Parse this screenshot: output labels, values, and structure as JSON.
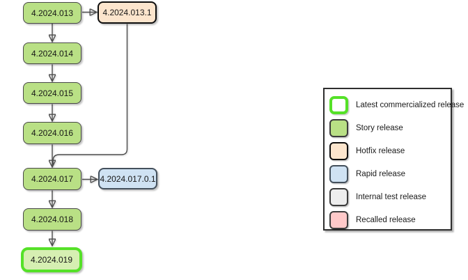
{
  "diagram": {
    "nodes": [
      {
        "id": "4.2024.013",
        "label": "4.2024.013",
        "type": "story"
      },
      {
        "id": "4.2024.013.1",
        "label": "4.2024.013.1",
        "type": "hotfix"
      },
      {
        "id": "4.2024.014",
        "label": "4.2024.014",
        "type": "story"
      },
      {
        "id": "4.2024.015",
        "label": "4.2024.015",
        "type": "story"
      },
      {
        "id": "4.2024.016",
        "label": "4.2024.016",
        "type": "story"
      },
      {
        "id": "4.2024.017",
        "label": "4.2024.017",
        "type": "story"
      },
      {
        "id": "4.2024.017.0.1",
        "label": "4.2024.017.0.1",
        "type": "rapid"
      },
      {
        "id": "4.2024.018",
        "label": "4.2024.018",
        "type": "story"
      },
      {
        "id": "4.2024.019",
        "label": "4.2024.019",
        "type": "story-latest"
      }
    ],
    "edges": [
      {
        "from": "4.2024.013",
        "to": "4.2024.013.1"
      },
      {
        "from": "4.2024.013",
        "to": "4.2024.014"
      },
      {
        "from": "4.2024.014",
        "to": "4.2024.015"
      },
      {
        "from": "4.2024.015",
        "to": "4.2024.016"
      },
      {
        "from": "4.2024.016",
        "to": "4.2024.017"
      },
      {
        "from": "4.2024.013.1",
        "to": "4.2024.017"
      },
      {
        "from": "4.2024.017",
        "to": "4.2024.017.0.1"
      },
      {
        "from": "4.2024.017",
        "to": "4.2024.018"
      },
      {
        "from": "4.2024.018",
        "to": "4.2024.019"
      }
    ]
  },
  "legend": {
    "items": [
      {
        "type": "latest",
        "label": "Latest commercialized release"
      },
      {
        "type": "story",
        "label": "Story release"
      },
      {
        "type": "hotfix",
        "label": "Hotfix release"
      },
      {
        "type": "rapid",
        "label": "Rapid release"
      },
      {
        "type": "internal",
        "label": "Internal test release"
      },
      {
        "type": "recalled",
        "label": "Recalled release"
      }
    ]
  },
  "colors": {
    "story_fill": "#b9e085",
    "latest_fill": "#d6efb2",
    "latest_border": "#55e128",
    "hotfix_fill": "#fce5cd",
    "rapid_fill": "#cfe2f3",
    "internal_fill": "#ededed",
    "recalled_fill": "#ffc9c9",
    "node_border": "#474747",
    "edge": "#4d4d4d"
  }
}
